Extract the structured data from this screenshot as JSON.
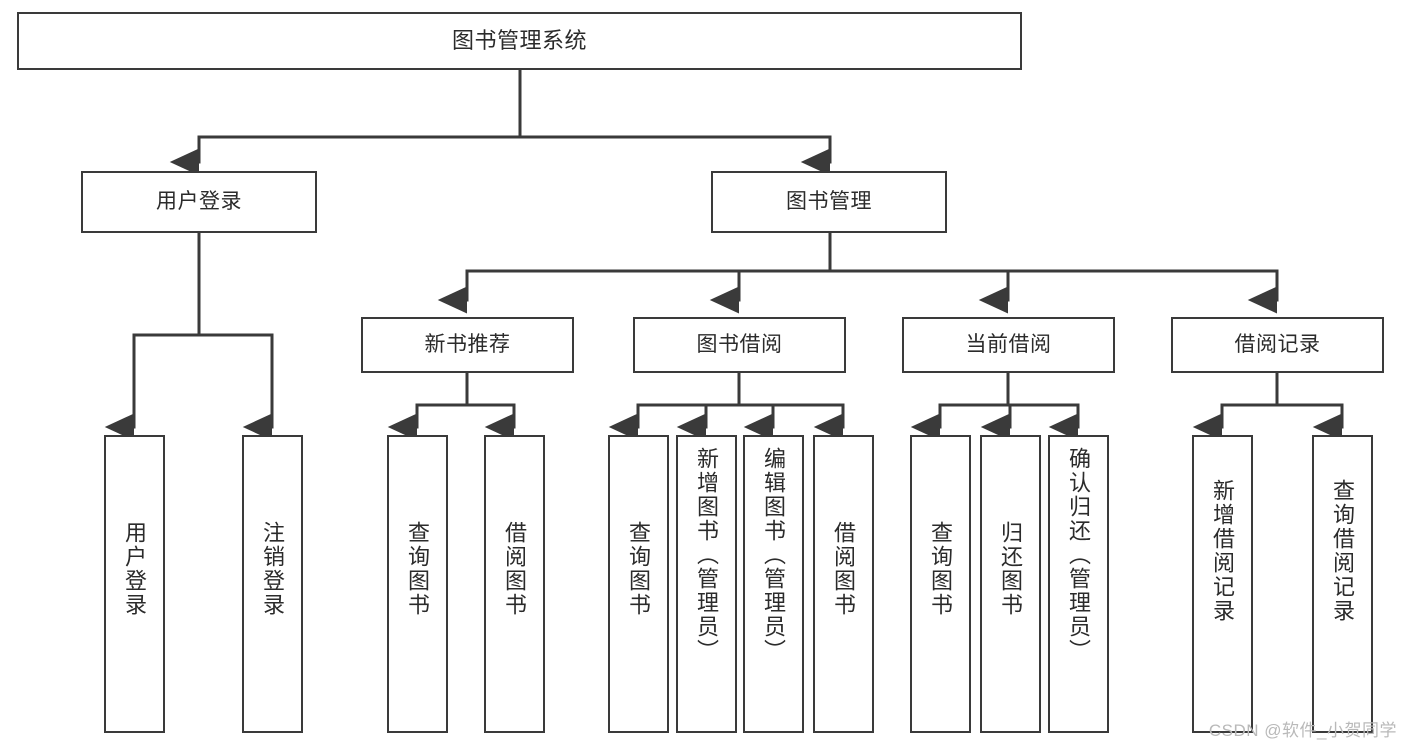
{
  "diagram": {
    "title": "图书管理系统",
    "watermark": "CSDN @软件_小贺同学",
    "line_color": "#3a3a3a",
    "text_color": "#2b2b2b",
    "background": "#ffffff",
    "nodes": {
      "root": "图书管理系统",
      "level2": {
        "user_login": "用户登录",
        "book_manage": "图书管理"
      },
      "level3": {
        "new_book_rec": "新书推荐",
        "book_borrow": "图书借阅",
        "current_borrow": "当前借阅",
        "borrow_record": "借阅记录"
      },
      "leaves": {
        "user_login_leaf": "用户登录",
        "logout_leaf": "注销登录",
        "rec_query_book": "查询图书",
        "rec_borrow_book": "借阅图书",
        "borrow_query_book": "查询图书",
        "borrow_add_book": "新增图书（管理员）",
        "borrow_edit_book": "编辑图书（管理员）",
        "borrow_borrow_book": "借阅图书",
        "cur_query_book": "查询图书",
        "cur_return_book": "归还图书",
        "cur_confirm_return": "确认归还（管理员）",
        "rec_add_record": "新增借阅记录",
        "rec_query_record": "查询借阅记录"
      }
    }
  }
}
